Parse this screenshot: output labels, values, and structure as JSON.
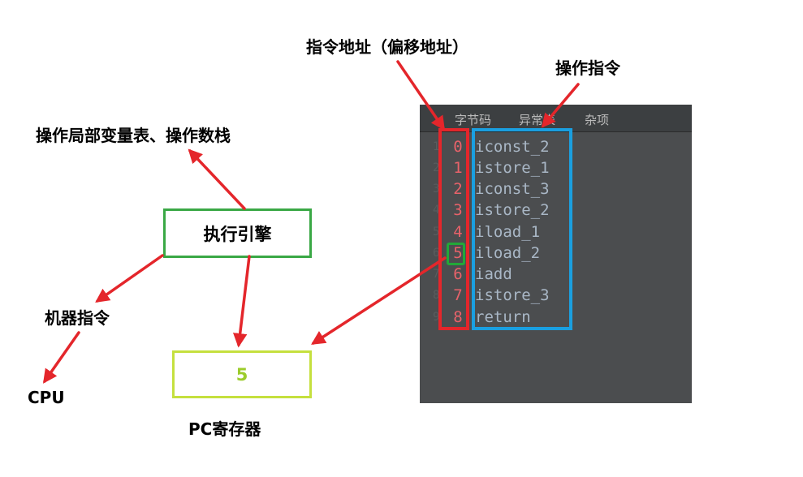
{
  "labels": {
    "address": "指令地址（偏移地址）",
    "instructions": "操作指令",
    "locals_stack": "操作局部变量表、操作数栈",
    "machine": "机器指令",
    "cpu": "CPU",
    "pc_register": "PC寄存器"
  },
  "engine": "执行引擎",
  "pc_value": "5",
  "ide": {
    "tabs": [
      "字节码",
      "异常表",
      "杂项"
    ],
    "gutter": [
      "1",
      "2",
      "3",
      "4",
      "5",
      "6",
      "7",
      "8",
      "9"
    ],
    "bytecode": [
      {
        "offset": "0",
        "instr": "iconst_2"
      },
      {
        "offset": "1",
        "instr": "istore_1"
      },
      {
        "offset": "2",
        "instr": "iconst_3"
      },
      {
        "offset": "3",
        "instr": "istore_2"
      },
      {
        "offset": "4",
        "instr": "iload_1"
      },
      {
        "offset": "5",
        "instr": "iload_2"
      },
      {
        "offset": "6",
        "instr": "iadd"
      },
      {
        "offset": "7",
        "instr": "istore_3"
      },
      {
        "offset": "8",
        "instr": "return"
      }
    ],
    "current_offset": "5"
  },
  "colors": {
    "arrow": "#e4262b",
    "offset_frame": "#e4262b",
    "instr_frame": "#1a9fe0",
    "current_frame": "#22a838",
    "engine_border": "#3aa845",
    "pc_border": "#c5e03e",
    "pc_text": "#9ccc2c"
  }
}
